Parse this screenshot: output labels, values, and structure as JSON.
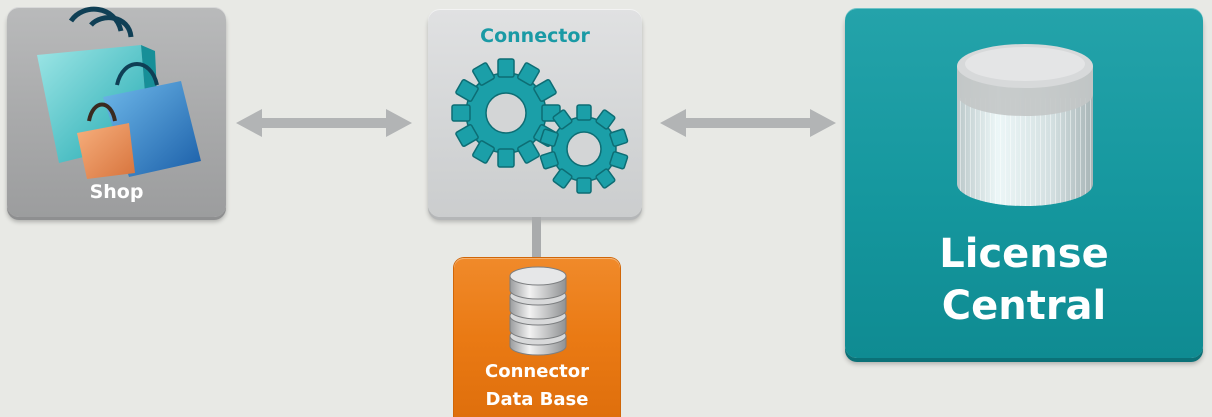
{
  "nodes": {
    "shop": {
      "label": "Shop"
    },
    "connector": {
      "label": "Connector"
    },
    "connector_db": {
      "label_line1": "Connector",
      "label_line2": "Data Base"
    },
    "license_central": {
      "label_line1": "License",
      "label_line2": "Central"
    }
  },
  "colors": {
    "background": "#e8e9e5",
    "shop_tile": "#a8a9aa",
    "connector_tile": "#d3d5d6",
    "connector_label": "#1a9aa5",
    "gear": "#1b9fa8",
    "db_tile": "#ea7a14",
    "central_tile": "#15979e",
    "arrow": "#b2b4b5"
  },
  "icons": {
    "shop": "shopping-bags-icon",
    "connector": "gears-icon",
    "connector_db": "database-stack-icon",
    "license_central": "cylinder-database-icon"
  }
}
